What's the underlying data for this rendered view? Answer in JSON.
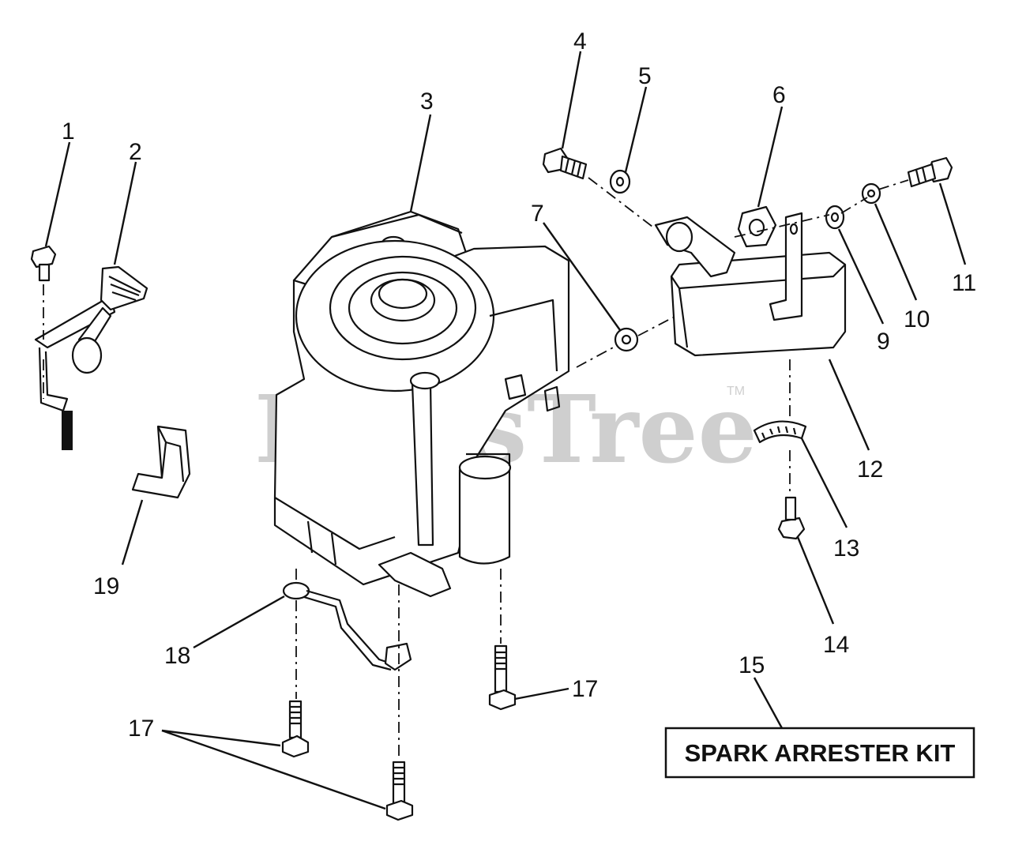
{
  "watermark": {
    "text": "PartsTree",
    "trademark": "TM"
  },
  "callouts": [
    {
      "id": "c1",
      "label": "1"
    },
    {
      "id": "c2",
      "label": "2"
    },
    {
      "id": "c3",
      "label": "3"
    },
    {
      "id": "c4",
      "label": "4"
    },
    {
      "id": "c5",
      "label": "5"
    },
    {
      "id": "c6",
      "label": "6"
    },
    {
      "id": "c7",
      "label": "7"
    },
    {
      "id": "c9",
      "label": "9"
    },
    {
      "id": "c10",
      "label": "10"
    },
    {
      "id": "c11",
      "label": "11"
    },
    {
      "id": "c12",
      "label": "12"
    },
    {
      "id": "c13",
      "label": "13"
    },
    {
      "id": "c14",
      "label": "14"
    },
    {
      "id": "c15",
      "label": "15"
    },
    {
      "id": "c17a",
      "label": "17"
    },
    {
      "id": "c17b",
      "label": "17"
    },
    {
      "id": "c18",
      "label": "18"
    },
    {
      "id": "c19",
      "label": "19"
    }
  ],
  "kit_box": {
    "label": "SPARK ARRESTER KIT"
  }
}
